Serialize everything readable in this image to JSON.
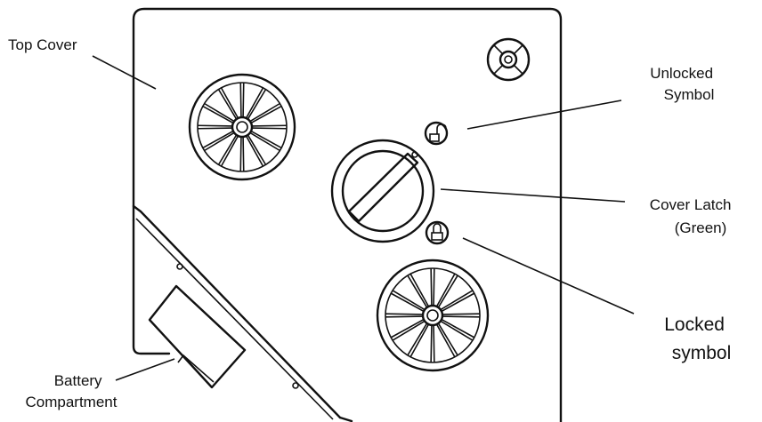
{
  "labels": {
    "top_cover": "Top Cover",
    "unlocked_symbol": [
      "Unlocked",
      "Symbol"
    ],
    "cover_latch": [
      "Cover Latch",
      "(Green)"
    ],
    "locked_symbol": [
      "Locked",
      "symbol"
    ],
    "battery_compartment": [
      "Battery",
      "Compartment"
    ]
  }
}
